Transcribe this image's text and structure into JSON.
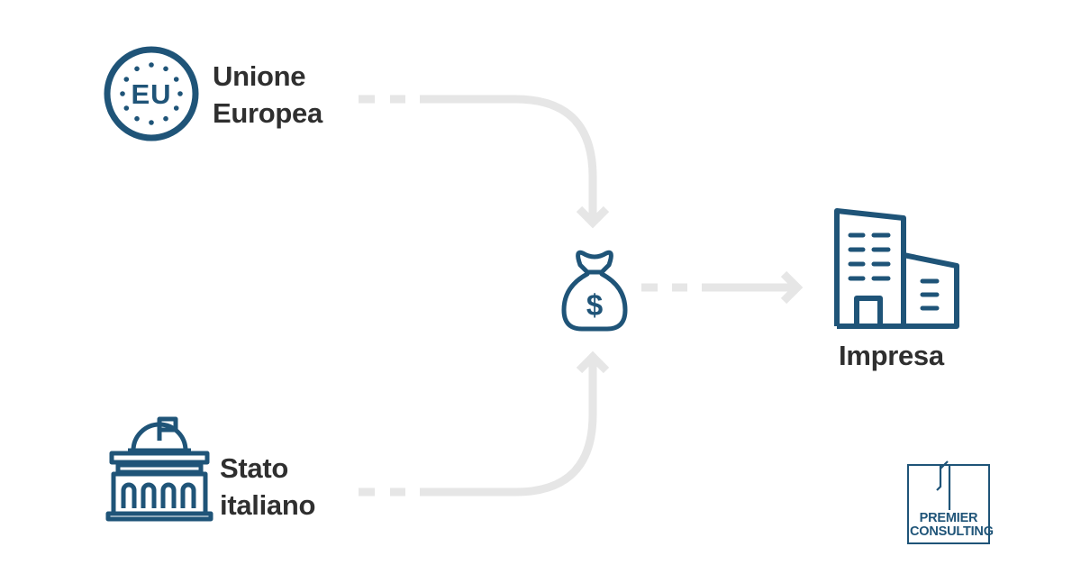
{
  "nodes": {
    "eu": {
      "line1": "Unione",
      "line2": "Europea",
      "badge": "EU",
      "icon": "eu-stars-circle-icon"
    },
    "italy": {
      "line1": "Stato",
      "line2": "italiano",
      "icon": "government-building-icon"
    },
    "funds": {
      "symbol": "$",
      "icon": "money-bag-icon"
    },
    "company": {
      "label": "Impresa",
      "icon": "office-building-icon"
    }
  },
  "edges": [
    {
      "from": "Unione Europea",
      "to": "funds",
      "style": "dashed-gray-arrow"
    },
    {
      "from": "Stato italiano",
      "to": "funds",
      "style": "dashed-gray-arrow"
    },
    {
      "from": "funds",
      "to": "Impresa",
      "style": "dashed-gray-arrow"
    }
  ],
  "logo": {
    "line1": "PREMIER",
    "line2": "CONSULTING",
    "mark": "1"
  },
  "colors": {
    "icon": "#1f5478",
    "arrow": "#e6e6e6",
    "text": "#2f2f2f",
    "background": "#ffffff"
  }
}
